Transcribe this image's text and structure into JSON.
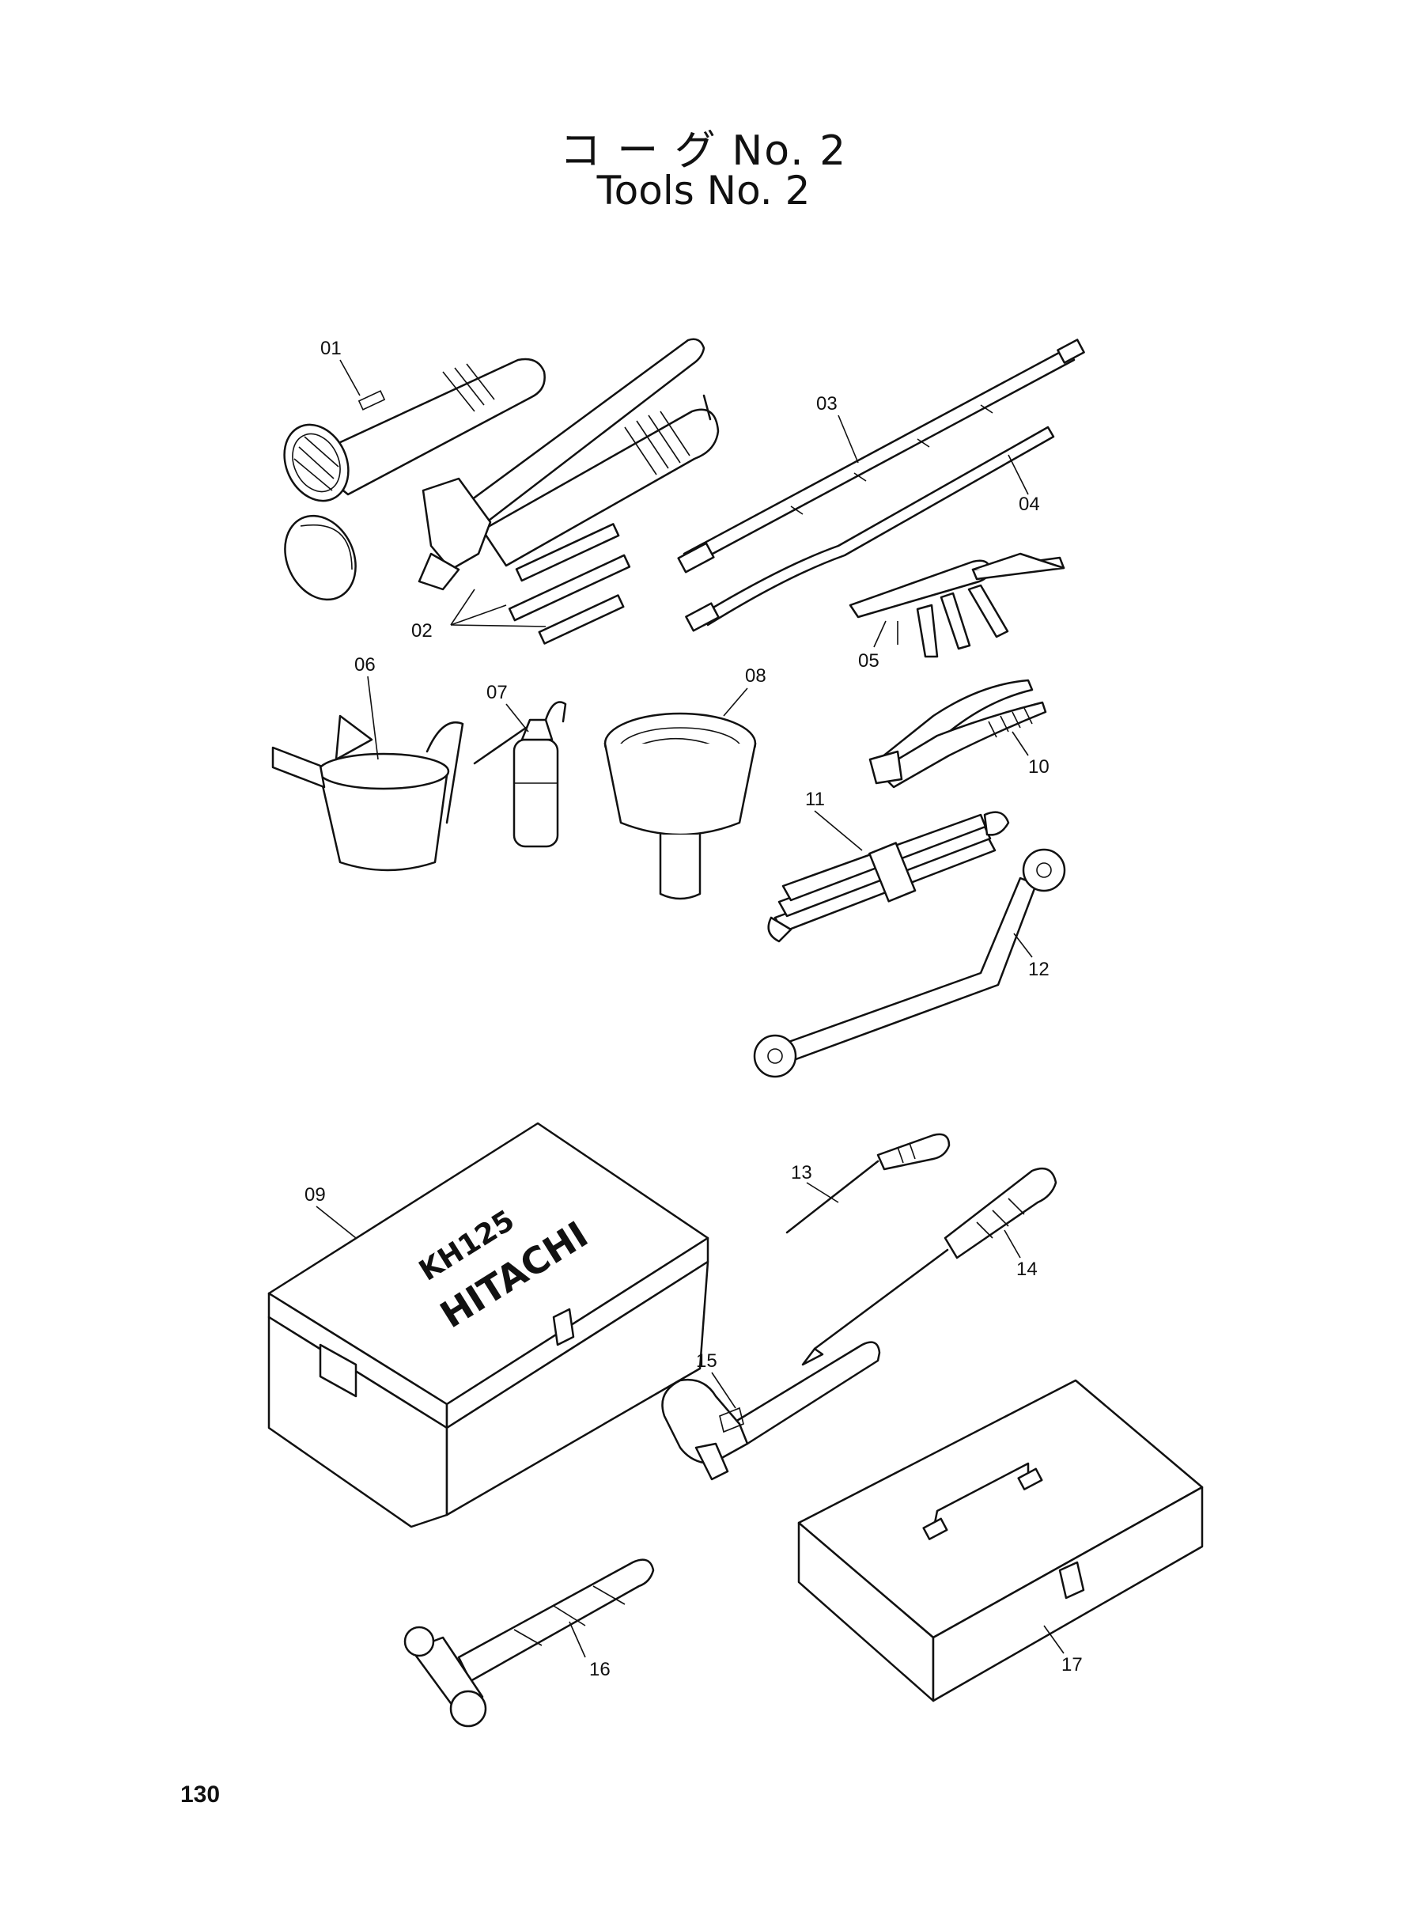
{
  "title": {
    "japanese": "コ ー グ  No. 2",
    "english": "Tools  No. 2"
  },
  "page_number": "130",
  "callouts": [
    {
      "id": "01"
    },
    {
      "id": "02"
    },
    {
      "id": "03"
    },
    {
      "id": "04"
    },
    {
      "id": "05"
    },
    {
      "id": "06"
    },
    {
      "id": "07"
    },
    {
      "id": "08"
    },
    {
      "id": "09"
    },
    {
      "id": "10"
    },
    {
      "id": "11"
    },
    {
      "id": "12"
    },
    {
      "id": "13"
    },
    {
      "id": "14"
    },
    {
      "id": "15"
    },
    {
      "id": "16"
    },
    {
      "id": "17"
    }
  ],
  "toolbox_text": {
    "model": "KH125",
    "brand": "HITACHI"
  }
}
